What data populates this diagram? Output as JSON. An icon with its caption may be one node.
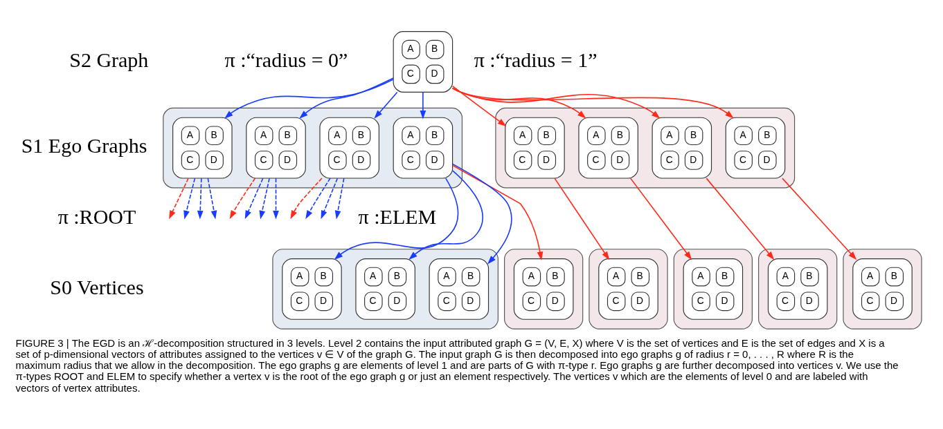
{
  "diagram": {
    "caption": "FIGURE 3 | The EGD is an ℋ-decomposition structured in 3 levels. Level 2 contains the input attributed graph G = (V, E, X) where V is the set of vertices and E is the set of edges and X is a set of p-dimensional vectors of attributes assigned to the vertices v ∈ V of the graph G. The input graph G is then decomposed into ego graphs g of radius r = 0, . . . , R where R is the maximum radius that we allow in the decomposition. The ego graphs g are elements of level 1 and are parts of G with π-type r. Ego graphs g are further decomposed into vertices v. We use the π-types ROOT and ELEM to specify whether a vertex v is the root of the ego graph g or just an element respectively. The vertices v which are the elements of level 0 and are labeled with vectors of vertex attributes.",
    "nodes": [
      {
        "text": [
          "A",
          "B",
          "C",
          "D"
        ]
      },
      {
        "text": [],
        "shape": "box"
      },
      {
        "text": [
          "A",
          "B",
          "C",
          "D"
        ],
        "in": 1
      },
      {
        "text": [
          "A",
          "B",
          "C",
          "D"
        ],
        "in": 1
      },
      {
        "text": [
          "A",
          "B",
          "C",
          "D"
        ],
        "in": 1
      },
      {
        "text": [
          "A",
          "B",
          "C",
          "D"
        ],
        "in": 1
      },
      {
        "text": [],
        "shape": "box"
      },
      {
        "text": [
          "A",
          "B",
          "C",
          "D"
        ],
        "in": 6
      },
      {
        "text": [
          "A",
          "B",
          "C",
          "D"
        ],
        "in": 6
      },
      {
        "text": [
          "A",
          "B",
          "C",
          "D"
        ],
        "in": 6
      },
      {
        "text": [
          "A",
          "B",
          "C",
          "D"
        ],
        "in": 6
      },
      {
        "text": [],
        "shape": "box"
      },
      {
        "text": [
          "A",
          "B",
          "C",
          "D"
        ],
        "in": 11
      },
      {
        "text": [],
        "shape": "box"
      },
      {
        "text": [
          "A",
          "B",
          "C",
          "D"
        ],
        "in": 13
      },
      {
        "text": [],
        "shape": "box"
      },
      {
        "text": [
          "A",
          "B",
          "C",
          "D"
        ],
        "in": 15
      },
      {
        "text": [],
        "shape": "box"
      },
      {
        "text": [
          "A",
          "B",
          "C",
          "D"
        ],
        "in": 17
      },
      {
        "text": [],
        "shape": "box"
      },
      {
        "text": [
          "A",
          "B",
          "C",
          "D"
        ],
        "in": 19
      },
      {
        "text": [],
        "shape": "box"
      },
      {
        "text": [
          "A",
          "B",
          "C",
          "D"
        ],
        "in": 21
      },
      {
        "text": [
          "A",
          "B",
          "C",
          "D"
        ],
        "in": 21
      },
      {
        "text": [
          "A",
          "B",
          "C",
          "D"
        ],
        "in": 21
      }
    ],
    "edges": [
      {
        "from": 0,
        "to": 2,
        "arrow": "to",
        "color": "#ff2a1a"
      },
      {
        "from": 0,
        "to": 3,
        "arrow": "to",
        "color": "#ff2a1a"
      },
      {
        "from": 0,
        "to": 4,
        "arrow": "to",
        "color": "#ff2a1a"
      },
      {
        "from": 0,
        "to": 5,
        "arrow": "to",
        "color": "#ff2a1a"
      },
      {
        "from": 0,
        "to": 7,
        "arrow": "to"
      },
      {
        "from": 0,
        "to": 8,
        "arrow": "to"
      },
      {
        "from": 0,
        "to": 9,
        "arrow": "to"
      },
      {
        "from": 0,
        "to": 10,
        "arrow": "to"
      },
      {
        "from": 2,
        "to": 12,
        "arrow": "to",
        "color": "#ff2a1a"
      },
      {
        "from": 3,
        "to": 14,
        "arrow": "to",
        "color": "#ff2a1a"
      },
      {
        "from": 4,
        "to": 16,
        "arrow": "to",
        "color": "#ff2a1a"
      },
      {
        "from": 5,
        "to": 18,
        "arrow": "to",
        "color": "#ff2a1a"
      },
      {
        "from": 7,
        "to": 20,
        "arrow": "to",
        "color": "#ff2a1a"
      },
      {
        "from": 7,
        "to": 22,
        "arrow": "to"
      },
      {
        "from": 7,
        "to": 23,
        "arrow": "to"
      },
      {
        "from": 7,
        "to": 24,
        "arrow": "to"
      },
      {
        "from": 8,
        "to": null,
        "arrow": "to",
        "style": "dashed",
        "color": "#ff2a1a"
      },
      {
        "from": 8,
        "to": null,
        "arrow": "to",
        "style": "dashed"
      },
      {
        "from": 8,
        "to": null,
        "arrow": "to",
        "style": "dashed"
      },
      {
        "from": 8,
        "to": null,
        "arrow": "to",
        "style": "dashed"
      },
      {
        "from": 9,
        "to": null,
        "arrow": "to",
        "style": "dashed",
        "color": "#ff2a1a"
      },
      {
        "from": 9,
        "to": null,
        "arrow": "to",
        "style": "dashed"
      },
      {
        "from": 9,
        "to": null,
        "arrow": "to",
        "style": "dashed"
      },
      {
        "from": 9,
        "to": null,
        "arrow": "to",
        "style": "dashed"
      },
      {
        "from": 10,
        "to": null,
        "arrow": "to",
        "style": "dashed",
        "color": "#ff2a1a"
      },
      {
        "from": 10,
        "to": null,
        "arrow": "to",
        "style": "dashed"
      },
      {
        "from": 10,
        "to": null,
        "arrow": "to",
        "style": "dashed"
      },
      {
        "from": 10,
        "to": null,
        "arrow": "to",
        "style": "dashed"
      }
    ],
    "labels": [
      "S2 Graph",
      "π :“radius = 0”",
      "π :“radius = 1”",
      "S1 Ego Graphs",
      "π :ROOT",
      "π :ELEM",
      "S0 Vertices"
    ]
  }
}
